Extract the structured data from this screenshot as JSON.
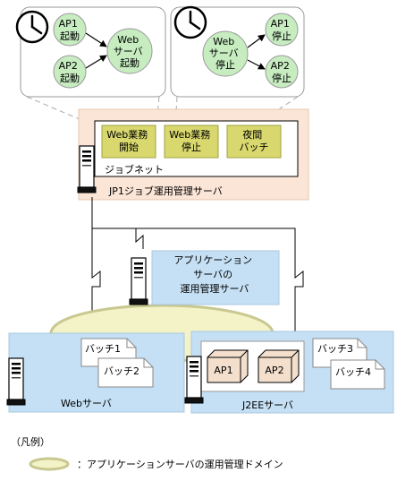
{
  "colors": {
    "node_green": "#c6ecc0",
    "peach": "#fbe5d6",
    "olive": "#d8d86e",
    "blue": "#c5e0f5",
    "domain": "#f4f3c8",
    "domain_stroke": "#c8c890",
    "ap_box": "#f3dfcc"
  },
  "icons": {
    "clock": "clock-icon",
    "server": "server-tower-icon"
  },
  "left_schedule": {
    "ap1": [
      "AP1",
      "起動"
    ],
    "ap2": [
      "AP2",
      "起動"
    ],
    "web": [
      "Web",
      "サーバ",
      "起動"
    ]
  },
  "right_schedule": {
    "web": [
      "Web",
      "サーバ",
      "停止"
    ],
    "ap1": [
      "AP1",
      "停止"
    ],
    "ap2": [
      "AP2",
      "停止"
    ]
  },
  "jobs": [
    [
      "Web業務",
      "開始"
    ],
    [
      "Web業務",
      "停止"
    ],
    [
      "夜間",
      "バッチ"
    ]
  ],
  "jobnet_label": "ジョブネット",
  "jp1_label": "JP1ジョブ運用管理サーバ",
  "app_mgmt_label": [
    "アプリケーション",
    "サーバの",
    "運用管理サーバ"
  ],
  "web_server": {
    "label": "Webサーバ",
    "batches": [
      "バッチ1",
      "バッチ2"
    ]
  },
  "j2ee_server": {
    "label": "J2EEサーバ",
    "aps": [
      "AP1",
      "AP2"
    ],
    "batches": [
      "バッチ3",
      "バッチ4"
    ]
  },
  "legend": {
    "title": "（凡例）",
    "item": "：アプリケーションサーバの運用管理ドメイン"
  }
}
